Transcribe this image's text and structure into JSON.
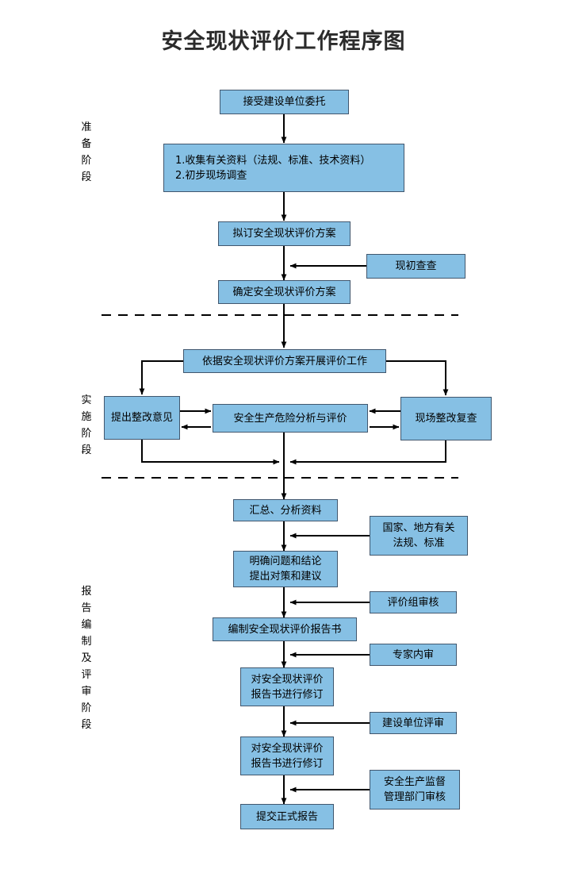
{
  "title": "安全现状评价工作程序图",
  "colors": {
    "node_fill": "#86c0e4",
    "node_border": "#41576e",
    "wire": "#000000",
    "title_text": "#2b2b2b"
  },
  "stages": [
    {
      "id": "stage-preparation",
      "label": "准备阶段",
      "chars": [
        "准",
        "备",
        "阶",
        "段"
      ]
    },
    {
      "id": "stage-implementation",
      "label": "实施阶段",
      "chars": [
        "实",
        "施",
        "阶",
        "段"
      ]
    },
    {
      "id": "stage-report",
      "label": "报告编制及评审阶段",
      "chars": [
        "报",
        "告",
        "编",
        "制",
        "及",
        "评",
        "审",
        "阶",
        "段"
      ]
    }
  ],
  "nodes": [
    {
      "id": "accept-commission",
      "line1": "接受建设单位委托",
      "line2": ""
    },
    {
      "id": "collect-data",
      "line1": "1.收集有关资料（法规、标准、技术资料）",
      "line2": "2.初步现场调查"
    },
    {
      "id": "draft-plan",
      "line1": "拟订安全现状评价方案",
      "line2": ""
    },
    {
      "id": "preliminary-survey",
      "line1": "现初查查",
      "line2": ""
    },
    {
      "id": "confirm-plan",
      "line1": "确定安全现状评价方案",
      "line2": ""
    },
    {
      "id": "carry-out-evaluation",
      "line1": "依据安全现状评价方案开展评价工作",
      "line2": ""
    },
    {
      "id": "rectification-opinion",
      "line1": "提出整改意见",
      "line2": ""
    },
    {
      "id": "hazard-analysis",
      "line1": "安全生产危险分析与评价",
      "line2": ""
    },
    {
      "id": "site-recheck",
      "line1": "现场整改复查",
      "line2": ""
    },
    {
      "id": "summarize-data",
      "line1": "汇总、分析资料",
      "line2": ""
    },
    {
      "id": "national-local-rules",
      "line1": "国家、地方有关",
      "line2": "法规、标准"
    },
    {
      "id": "clarify-conclusions",
      "line1": "明确问题和结论",
      "line2": "提出对策和建议"
    },
    {
      "id": "review-group-audit",
      "line1": "评价组审核",
      "line2": ""
    },
    {
      "id": "compile-report",
      "line1": "编制安全现状评价报告书",
      "line2": ""
    },
    {
      "id": "expert-internal-review",
      "line1": "专家内审",
      "line2": ""
    },
    {
      "id": "revise-report-1",
      "line1": "对安全现状评价",
      "line2": "报告书进行修订"
    },
    {
      "id": "owner-review",
      "line1": "建设单位评审",
      "line2": ""
    },
    {
      "id": "revise-report-2",
      "line1": "对安全现状评价",
      "line2": "报告书进行修订"
    },
    {
      "id": "safety-bureau-audit",
      "line1": "安全生产监督",
      "line2": "管理部门审核"
    },
    {
      "id": "submit-final-report",
      "line1": "提交正式报告",
      "line2": ""
    }
  ],
  "chart_data": {
    "type": "diagram",
    "diagram_kind": "flowchart",
    "title": "安全现状评价工作程序图",
    "orientation": "top-to-bottom",
    "swimlanes": [
      "准备阶段",
      "实施阶段",
      "报告编制及评审阶段"
    ],
    "steps": [
      {
        "stage": "准备阶段",
        "text": "接受建设单位委托"
      },
      {
        "stage": "准备阶段",
        "text": "1.收集有关资料（法规、标准、技术资料）  2.初步现场调查"
      },
      {
        "stage": "准备阶段",
        "text": "拟订安全现状评价方案"
      },
      {
        "stage": "准备阶段",
        "text": "确定安全现状评价方案"
      },
      {
        "stage": "实施阶段",
        "text": "依据安全现状评价方案开展评价工作"
      },
      {
        "stage": "实施阶段",
        "text": "提出整改意见"
      },
      {
        "stage": "实施阶段",
        "text": "安全生产危险分析与评价"
      },
      {
        "stage": "实施阶段",
        "text": "现场整改复查"
      },
      {
        "stage": "报告编制及评审阶段",
        "text": "汇总、分析资料"
      },
      {
        "stage": "报告编制及评审阶段",
        "text": "明确问题和结论 提出对策和建议"
      },
      {
        "stage": "报告编制及评审阶段",
        "text": "编制安全现状评价报告书"
      },
      {
        "stage": "报告编制及评审阶段",
        "text": "对安全现状评价报告书进行修订"
      },
      {
        "stage": "报告编制及评审阶段",
        "text": "对安全现状评价报告书进行修订"
      },
      {
        "stage": "报告编制及评审阶段",
        "text": "提交正式报告"
      }
    ],
    "side_inputs": [
      {
        "text": "现初查查",
        "into": "确定安全现状评价方案"
      },
      {
        "text": "国家、地方有关法规、标准",
        "into": "明确问题和结论 提出对策和建议"
      },
      {
        "text": "评价组审核",
        "into": "编制安全现状评价报告书"
      },
      {
        "text": "专家内审",
        "into": "对安全现状评价报告书进行修订"
      },
      {
        "text": "建设单位评审",
        "into": "对安全现状评价报告书进行修订"
      },
      {
        "text": "安全生产监督管理部门审核",
        "into": "提交正式报告"
      }
    ],
    "bidirectional_links": [
      {
        "from": "提出整改意见",
        "to": "安全生产危险分析与评价"
      },
      {
        "from": "安全生产危险分析与评价",
        "to": "现场整改复查"
      }
    ]
  }
}
